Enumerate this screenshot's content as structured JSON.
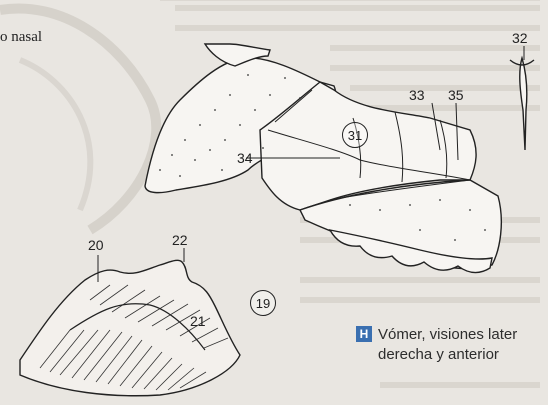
{
  "top_left_label": "o nasal",
  "labels": {
    "l32": "32",
    "l33": "33",
    "l35": "35",
    "l34": "34",
    "l31": "31",
    "l20": "20",
    "l22": "22",
    "l21": "21",
    "l19": "19"
  },
  "caption": {
    "badge": "H",
    "line1": "Vómer, visiones later",
    "line2": "derecha y anterior"
  },
  "colors": {
    "background": "#e9e6e1",
    "ink": "#222222",
    "badge": "#3a6fb0"
  }
}
